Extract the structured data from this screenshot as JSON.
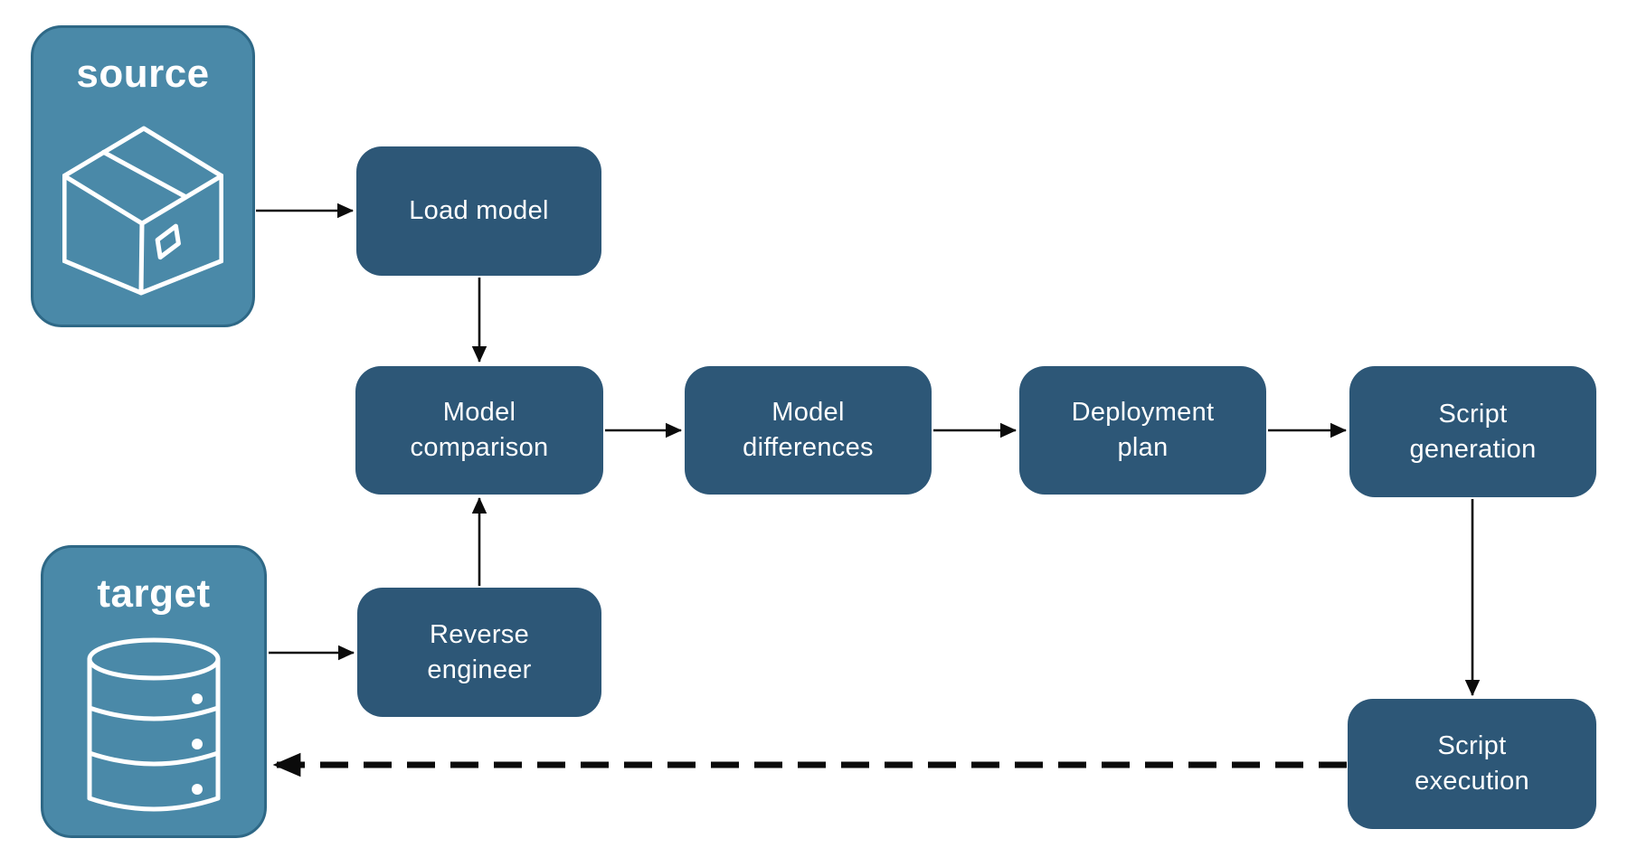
{
  "diagram": {
    "endpoints": {
      "source": {
        "label": "source",
        "icon": "package-icon"
      },
      "target": {
        "label": "target",
        "icon": "database-icon"
      }
    },
    "nodes": {
      "load_model": {
        "label": "Load model"
      },
      "model_comparison": {
        "label": "Model\ncomparison"
      },
      "model_differences": {
        "label": "Model\ndifferences"
      },
      "deployment_plan": {
        "label": "Deployment\nplan"
      },
      "script_generation": {
        "label": "Script\ngeneration"
      },
      "reverse_engineer": {
        "label": "Reverse\nengineer"
      },
      "script_execution": {
        "label": "Script\nexecution"
      }
    },
    "colors": {
      "node_fill": "#2d5777",
      "endpoint_fill": "#4a89a8",
      "endpoint_border": "#2e6886",
      "arrow": "#0b0b0b",
      "label_text": "#ffffff"
    }
  }
}
